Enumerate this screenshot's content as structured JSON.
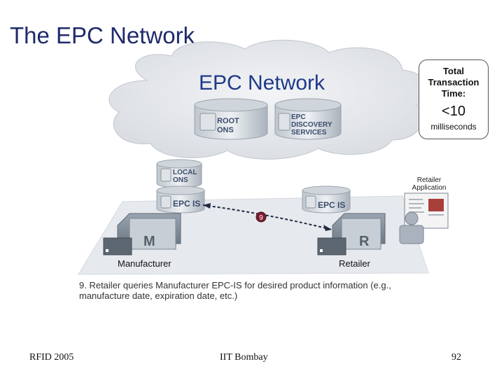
{
  "slide": {
    "title": "The EPC Network"
  },
  "cloud": {
    "title": "EPC Network",
    "root_ons": [
      "ROOT",
      "ONS"
    ],
    "discovery": [
      "EPC",
      "DISCOVERY",
      "SERVICES"
    ]
  },
  "transaction": {
    "label": "Total\nTransaction\nTime:",
    "value": "<10",
    "unit": "milliseconds"
  },
  "nodes": {
    "local_ons": [
      "LOCAL",
      "ONS"
    ],
    "epc_is_manufacturer": "EPC IS",
    "epc_is_retailer": "EPC IS",
    "manufacturer_letter": "M",
    "retailer_letter": "R",
    "manufacturer_label": "Manufacturer",
    "retailer_label": "Retailer",
    "retailer_app_label": "Retailer\nApplication",
    "step_number": "9"
  },
  "caption": "9. Retailer queries Manufacturer EPC-IS for desired product information (e.g., manufacture date, expiration date, etc.)",
  "footer": {
    "left": "RFID 2005",
    "center": "IIT Bombay",
    "right": "92"
  },
  "colors": {
    "title": "#1f2a6b",
    "cloud_fill": "#e3e6ea",
    "platform_fill": "#e6e9ed",
    "step_badge": "#7a1c2e"
  }
}
